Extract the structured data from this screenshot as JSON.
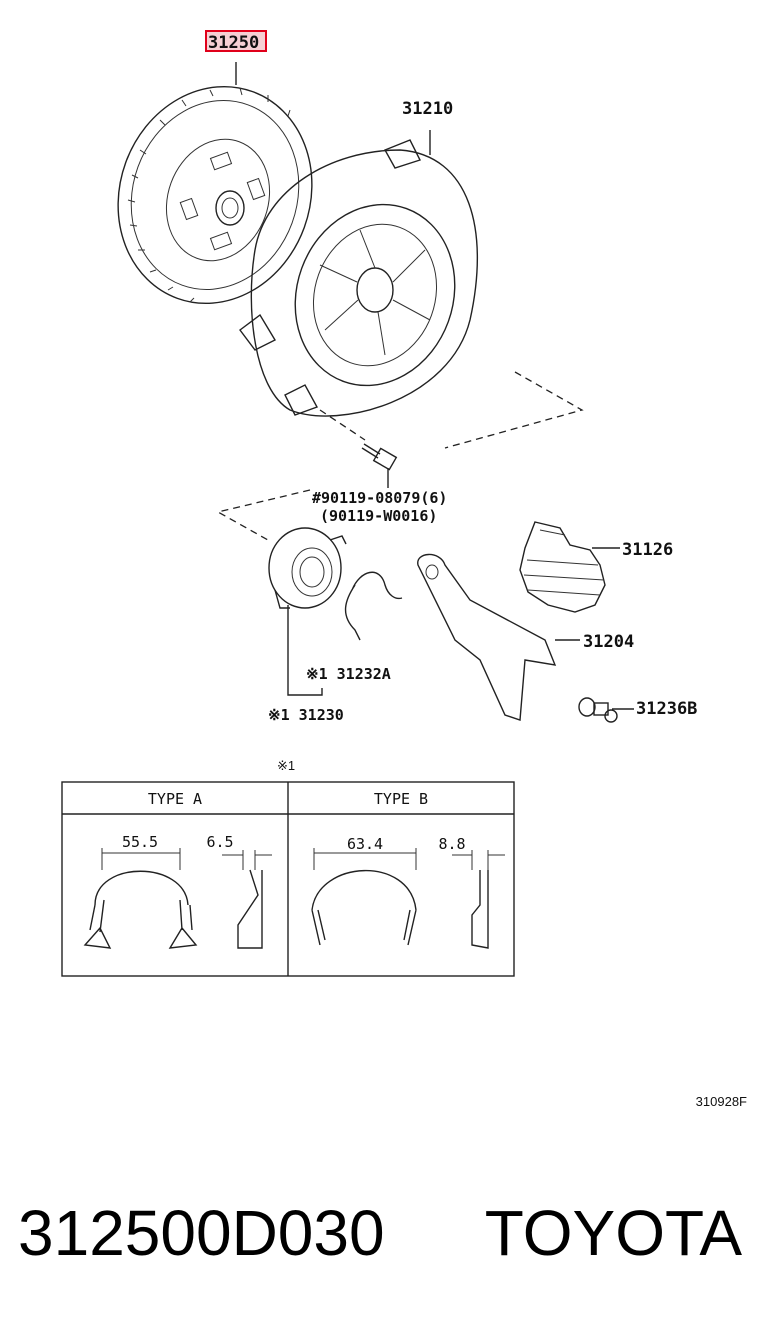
{
  "highlight_color": "#e0001a",
  "callouts": {
    "p31250": "31250",
    "p31210": "31210",
    "bolt_a": "#90119-08079(6)",
    "bolt_b": "(90119-W0016)",
    "p31126": "31126",
    "p31204": "31204",
    "p31232a": "※1 31232A",
    "p31230": "※1 31230",
    "p31236b": "31236B",
    "note_marker": "※1"
  },
  "types_table": {
    "type_a": {
      "header": "TYPE A",
      "width": "55.5",
      "thickness": "6.5"
    },
    "type_b": {
      "header": "TYPE B",
      "width": "63.4",
      "thickness": "8.8"
    }
  },
  "drawing_code": "310928F",
  "footer": {
    "part_number": "312500D030",
    "brand": "TOYOTA"
  }
}
